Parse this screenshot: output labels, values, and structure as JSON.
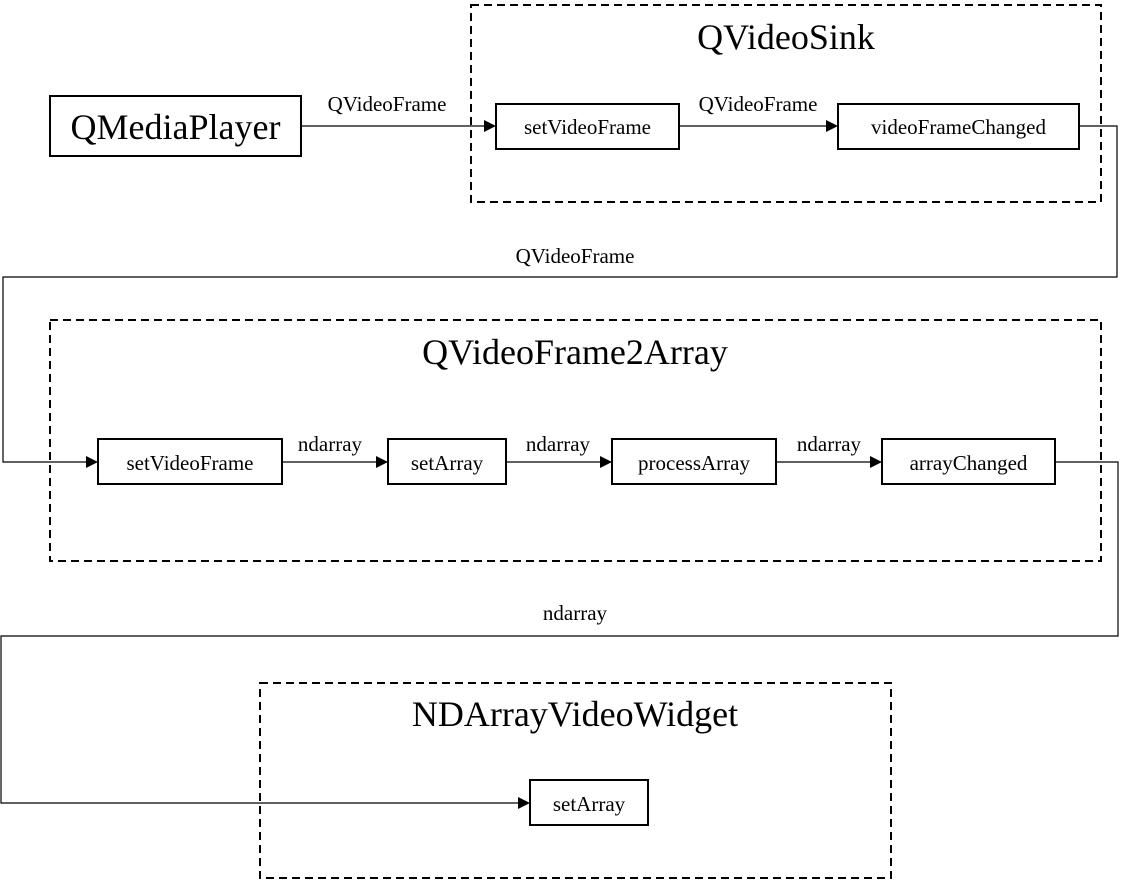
{
  "nodes": {
    "qmediaplayer": "QMediaPlayer",
    "sink_set_video_frame": "setVideoFrame",
    "sink_video_frame_changed": "videoFrameChanged",
    "v2a_set_video_frame": "setVideoFrame",
    "v2a_set_array": "setArray",
    "v2a_process_array": "processArray",
    "v2a_array_changed": "arrayChanged",
    "widget_set_array": "setArray"
  },
  "groups": {
    "qvideosink": "QVideoSink",
    "qvideoframe2array": "QVideoFrame2Array",
    "ndarrayvideowidget": "NDArrayVideoWidget"
  },
  "edges": {
    "player_to_sink": "QVideoFrame",
    "sink_internal": "QVideoFrame",
    "sink_to_v2a": "QVideoFrame",
    "v2a_frame_to_array": "ndarray",
    "v2a_array_to_process": "ndarray",
    "v2a_process_to_changed": "ndarray",
    "v2a_to_widget": "ndarray"
  }
}
